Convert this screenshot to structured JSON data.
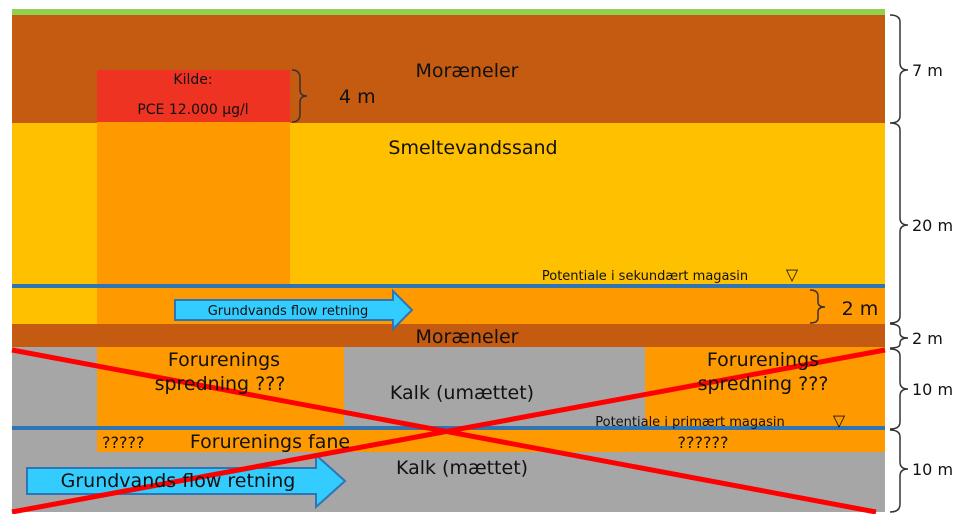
{
  "colors": {
    "grass": "#92d050",
    "moraene": "#c55a11",
    "sand": "#ffc000",
    "orange": "#ff9900",
    "source": "#ee3322",
    "kalk": "#a6a6a6",
    "water_line": "#2e75b6",
    "arrow_fill": "#33ccff",
    "arrow_stroke": "#2e75b6",
    "cross": "#ff0000",
    "brace": "#333333"
  },
  "layers": {
    "top_moraene": "Moræneler",
    "sand": "Smeltevandssand",
    "mid_moraene": "Moræneler",
    "kalk_unsat": "Kalk (umættet)",
    "kalk_sat": "Kalk (mættet)"
  },
  "source": {
    "line1": "Kilde:",
    "line2": "PCE 12.000 µg/l",
    "height_label": "4 m"
  },
  "potentials": {
    "secondary": "Potentiale i sekundært magasin",
    "primary": "Potentiale i primært magasin",
    "symbol": "▽"
  },
  "arrows": {
    "upper": "Grundvands flow retning",
    "lower": "Grundvands flow retning"
  },
  "spread": {
    "left_line1": "Forurenings",
    "left_line2": "spredning ???",
    "right_line1": "Forurenings",
    "right_line2": "spredning ???"
  },
  "plume": {
    "left_q": "?????",
    "label": "Forurenings fane",
    "right_q": "??????"
  },
  "thickness": {
    "sand_aquifer": "2 m",
    "moraene_top": "7 m",
    "sand": "20 m",
    "moraene_mid": "2 m",
    "kalk_unsat": "10 m",
    "kalk_sat": "10 m"
  }
}
